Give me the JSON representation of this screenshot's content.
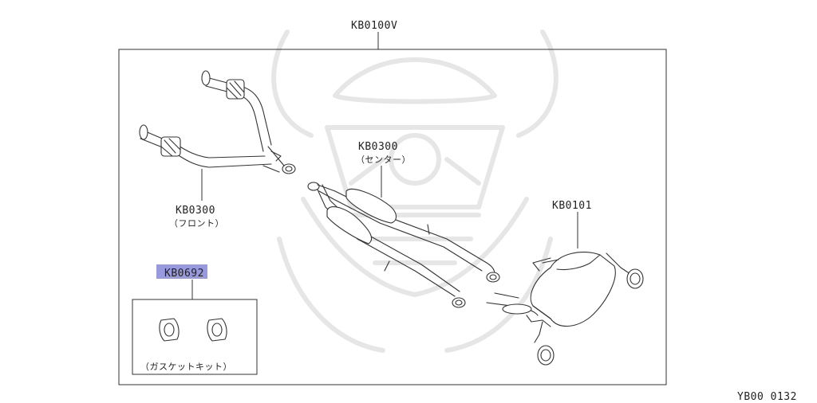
{
  "diagram": {
    "assembly_label": "KB0100V",
    "parts": [
      {
        "code": "KB0300",
        "name": "（フロント）"
      },
      {
        "code": "KB0300",
        "name": "（センター）"
      },
      {
        "code": "KB0101",
        "name": ""
      },
      {
        "code": "KB0692",
        "name": "（ガスケットキット）",
        "highlighted": true
      }
    ],
    "figure_id": "YB00  0132",
    "highlight_color": "#9999dd"
  }
}
